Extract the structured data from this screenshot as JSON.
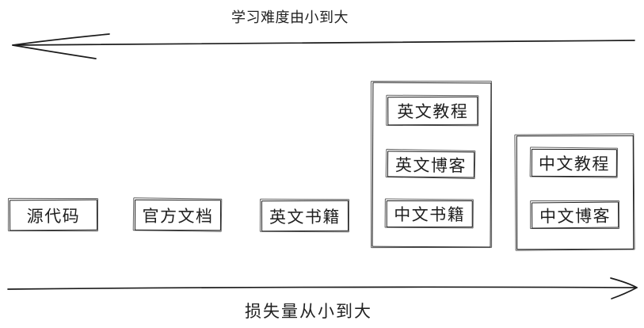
{
  "diagram": {
    "background": "#ffffff",
    "stroke_color": "#1c1c1c",
    "top_axis": {
      "label": "学习难度由小到大",
      "arrow_direction": "left"
    },
    "bottom_axis": {
      "label": "损失量从小到大",
      "arrow_direction": "right"
    },
    "nodes": [
      {
        "label": "源代码"
      },
      {
        "label": "官方文档"
      },
      {
        "label": "英文书籍"
      }
    ],
    "groups": [
      {
        "name": "tall-group",
        "items": [
          {
            "label": "英文教程"
          },
          {
            "label": "英文博客"
          },
          {
            "label": "中文书籍"
          }
        ]
      },
      {
        "name": "right-group",
        "items": [
          {
            "label": "中文教程"
          },
          {
            "label": "中文博客"
          }
        ]
      }
    ]
  }
}
